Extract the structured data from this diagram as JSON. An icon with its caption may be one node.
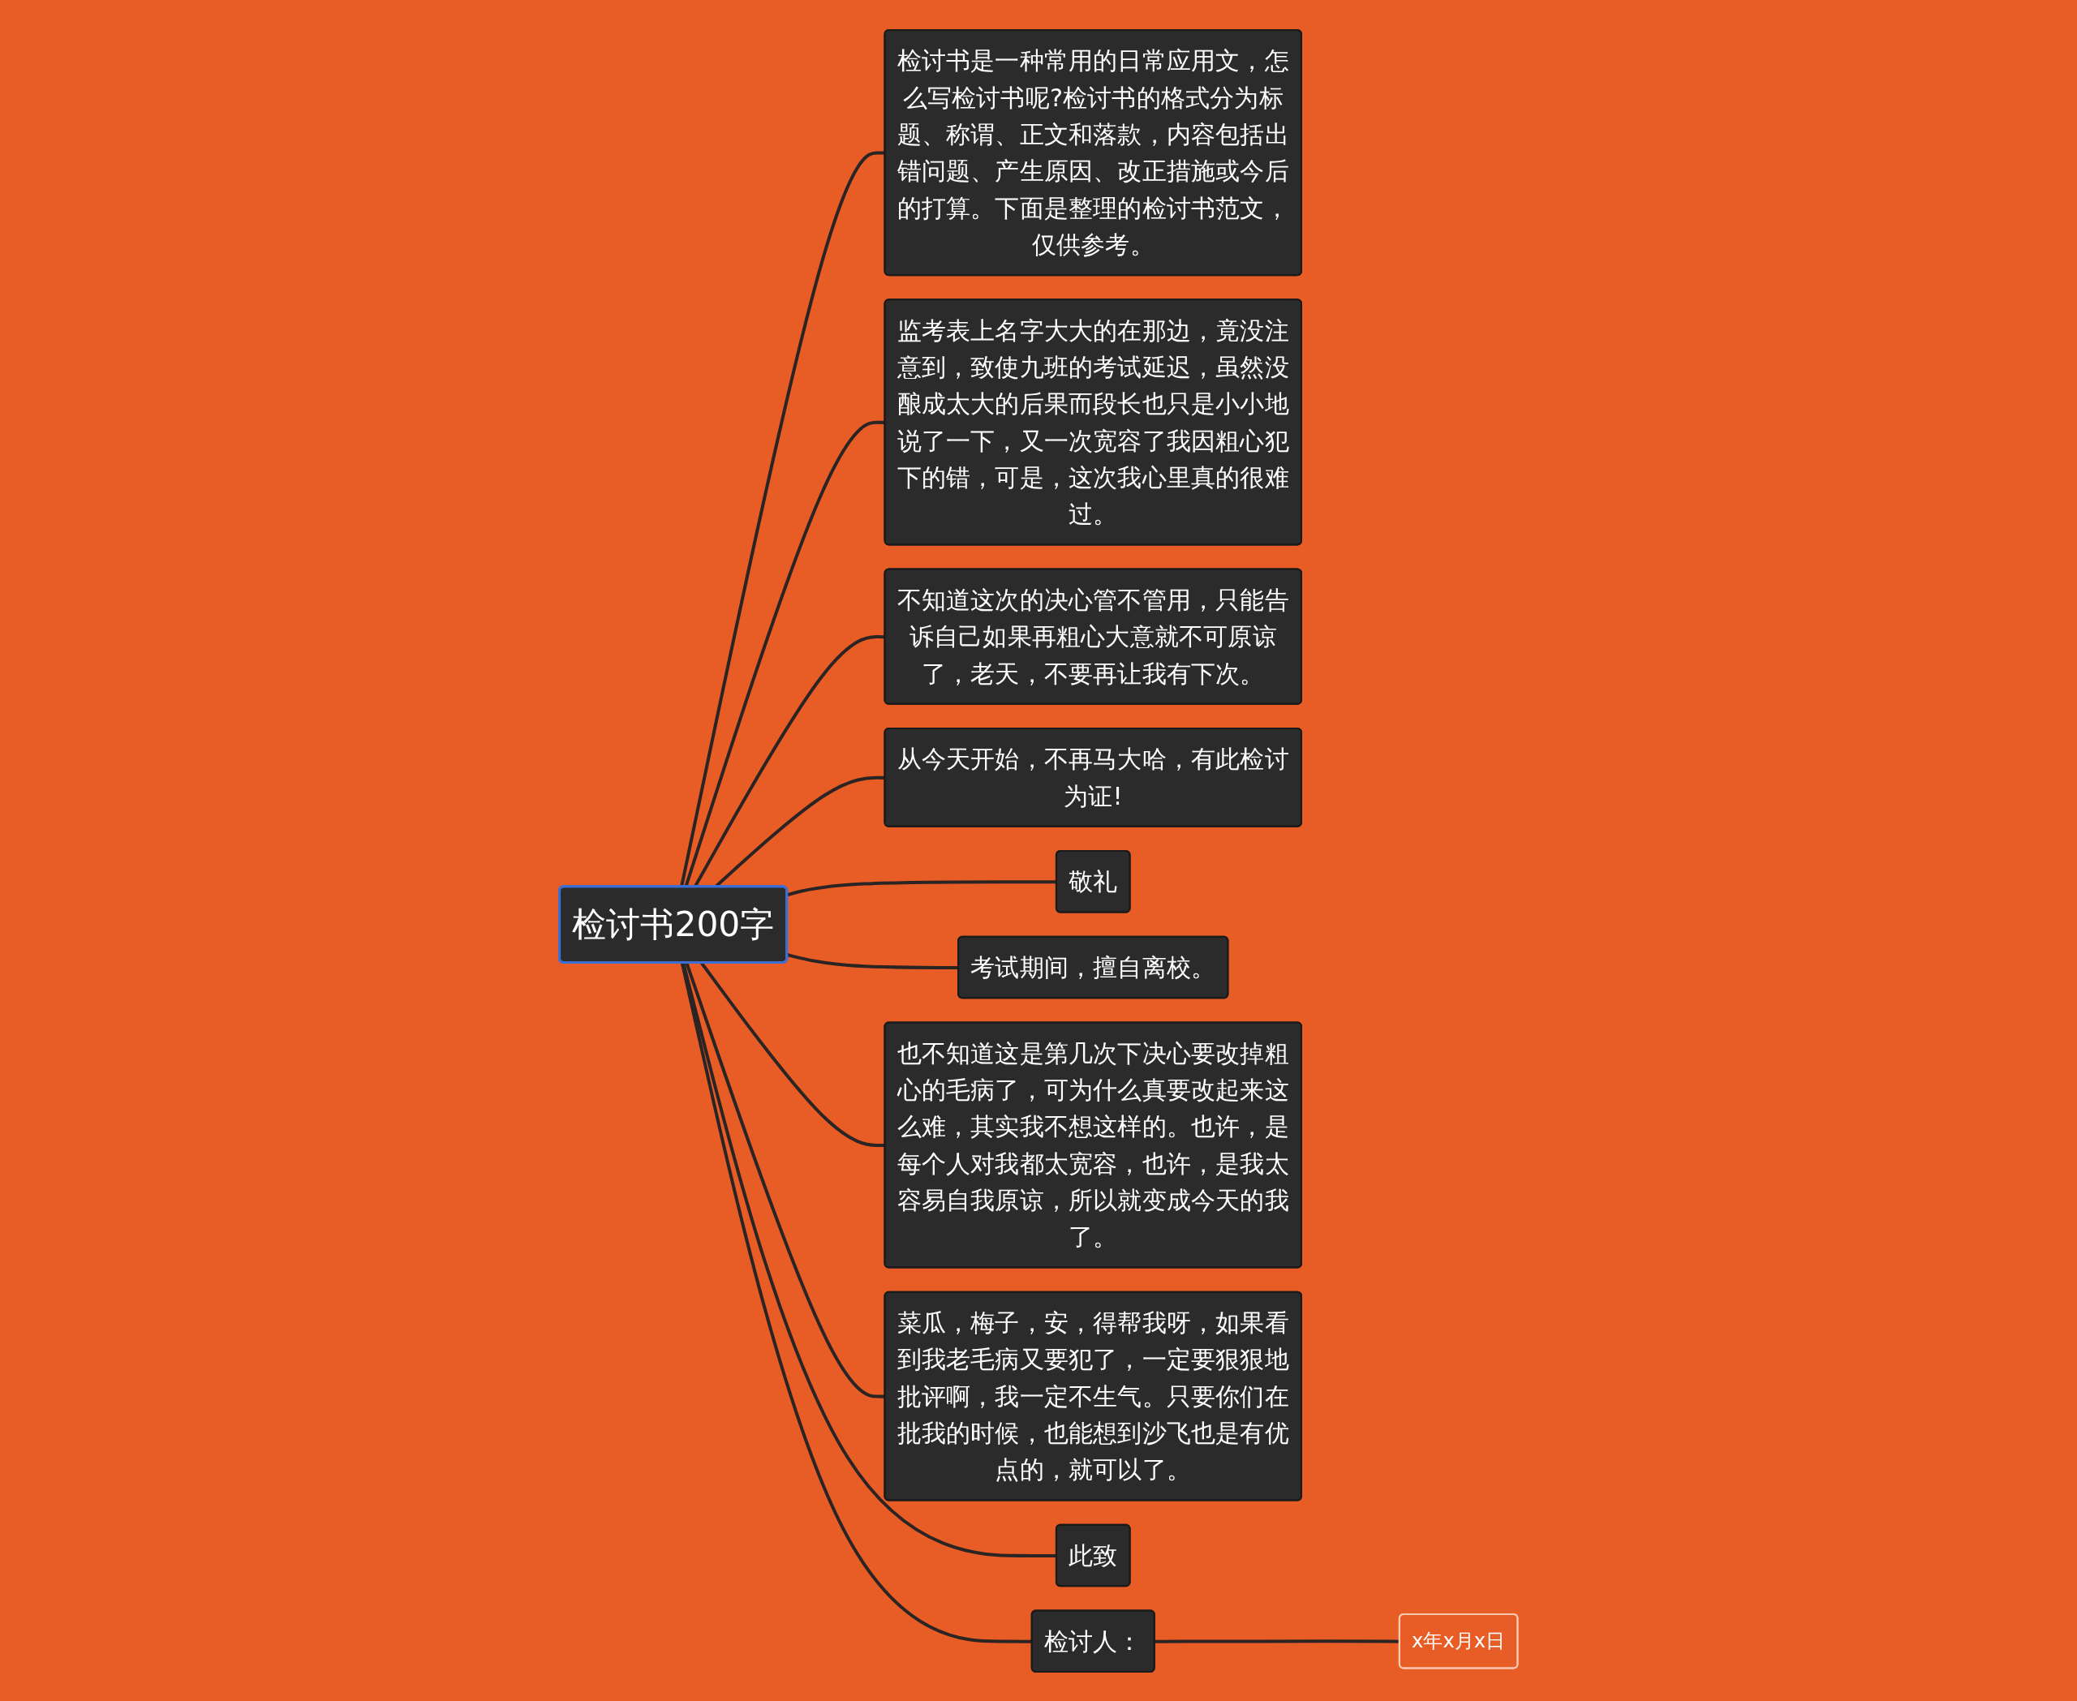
{
  "diagram": {
    "nodes": [
      {
        "text": [
          "检讨书200字"
        ]
      },
      {
        "text": [
          "检讨书是一种常用的日常应用文，怎么写检讨书呢?检讨书的格式分为标题、称谓、正文和落款，内容包括出错问题、产生原因、改正措施或今后的打算。下面是整理的检讨书范文，仅供参考。"
        ]
      },
      {
        "text": [
          "监考表上名字大大的在那边，竟没注意到，致使九班的考试延迟，虽然没酿成太大的后果而段长也只是小小地说了一下，又一次宽容了我因粗心犯下的错，可是，这次我心里真的很难过。"
        ]
      },
      {
        "text": [
          "不知道这次的决心管不管用，只能告诉自己如果再粗心大意就不可原谅了，老天，不要再让我有下次。"
        ]
      },
      {
        "text": [
          "从今天开始，不再马大哈，有此检讨为证!"
        ]
      },
      {
        "text": [
          "敬礼"
        ]
      },
      {
        "text": [
          "考试期间，擅自离校。"
        ]
      },
      {
        "text": [
          "也不知道这是第几次下决心要改掉粗心的毛病了，可为什么真要改起来这么难，其实我不想这样的。也许，是每个人对我都太宽容，也许，是我太容易自我原谅，所以就变成今天的我了。"
        ]
      },
      {
        "text": [
          "菜瓜，梅子，安，得帮我呀，如果看到我老毛病又要犯了，一定要狠狠地批评啊，我一定不生气。只要你们在批我的时候，也能想到沙飞也是有优点的，就可以了。"
        ]
      },
      {
        "text": [
          "此致"
        ]
      },
      {
        "text": [
          "检讨人："
        ]
      },
      {
        "text": [
          "x年x月x日"
        ]
      }
    ],
    "edges": [
      {
        "from": 0,
        "to": 1,
        "arrow": "none"
      },
      {
        "from": 0,
        "to": 2,
        "arrow": "none"
      },
      {
        "from": 0,
        "to": 3,
        "arrow": "none"
      },
      {
        "from": 0,
        "to": 4,
        "arrow": "none"
      },
      {
        "from": 0,
        "to": 5,
        "arrow": "none"
      },
      {
        "from": 0,
        "to": 6,
        "arrow": "none"
      },
      {
        "from": 0,
        "to": 7,
        "arrow": "none"
      },
      {
        "from": 0,
        "to": 8,
        "arrow": "none"
      },
      {
        "from": 0,
        "to": 9,
        "arrow": "none"
      },
      {
        "from": 0,
        "to": 10,
        "arrow": "none"
      },
      {
        "from": 10,
        "to": 11,
        "arrow": "none"
      }
    ]
  }
}
